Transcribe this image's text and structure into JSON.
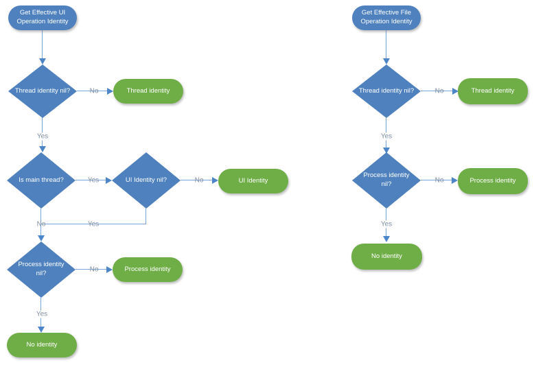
{
  "colors": {
    "node_blue": "#4e81bd",
    "node_green": "#6fad47",
    "connector_line": "#7aa4d8",
    "arrow_head": "#4c86c8",
    "edge_label_text": "#7e8fa5",
    "node_text": "#ffffff",
    "background": "#ffffff"
  },
  "edge_labels": {
    "yes": "Yes",
    "no": "No"
  },
  "flowcharts": {
    "ui": {
      "start": "Get Effective UI Operation Identity",
      "thread_check": "Thread identity nil?",
      "thread_result": "Thread identity",
      "main_thread_check": "Is main thread?",
      "ui_check": "UI Identity nil?",
      "ui_result": "UI Identity",
      "process_check": "Process identity nil?",
      "process_result": "Process identity",
      "no_identity": "No identity",
      "edges": [
        {
          "from": "start",
          "to": "thread_check",
          "label": ""
        },
        {
          "from": "thread_check",
          "to": "thread_result",
          "label": "No"
        },
        {
          "from": "thread_check",
          "to": "main_thread_check",
          "label": "Yes"
        },
        {
          "from": "main_thread_check",
          "to": "ui_check",
          "label": "Yes"
        },
        {
          "from": "ui_check",
          "to": "ui_result",
          "label": "No"
        },
        {
          "from": "main_thread_check",
          "to": "process_check",
          "label": "No"
        },
        {
          "from": "ui_check",
          "to": "process_check",
          "label": "Yes"
        },
        {
          "from": "process_check",
          "to": "process_result",
          "label": "No"
        },
        {
          "from": "process_check",
          "to": "no_identity",
          "label": "Yes"
        }
      ]
    },
    "file": {
      "start": "Get Effective File Operation Identity",
      "thread_check": "Thread identity nil?",
      "thread_result": "Thread identity",
      "process_check": "Process identity nil?",
      "process_result": "Process identity",
      "no_identity": "No identity",
      "edges": [
        {
          "from": "start",
          "to": "thread_check",
          "label": ""
        },
        {
          "from": "thread_check",
          "to": "thread_result",
          "label": "No"
        },
        {
          "from": "thread_check",
          "to": "process_check",
          "label": "Yes"
        },
        {
          "from": "process_check",
          "to": "process_result",
          "label": "No"
        },
        {
          "from": "process_check",
          "to": "no_identity",
          "label": "Yes"
        }
      ]
    }
  }
}
